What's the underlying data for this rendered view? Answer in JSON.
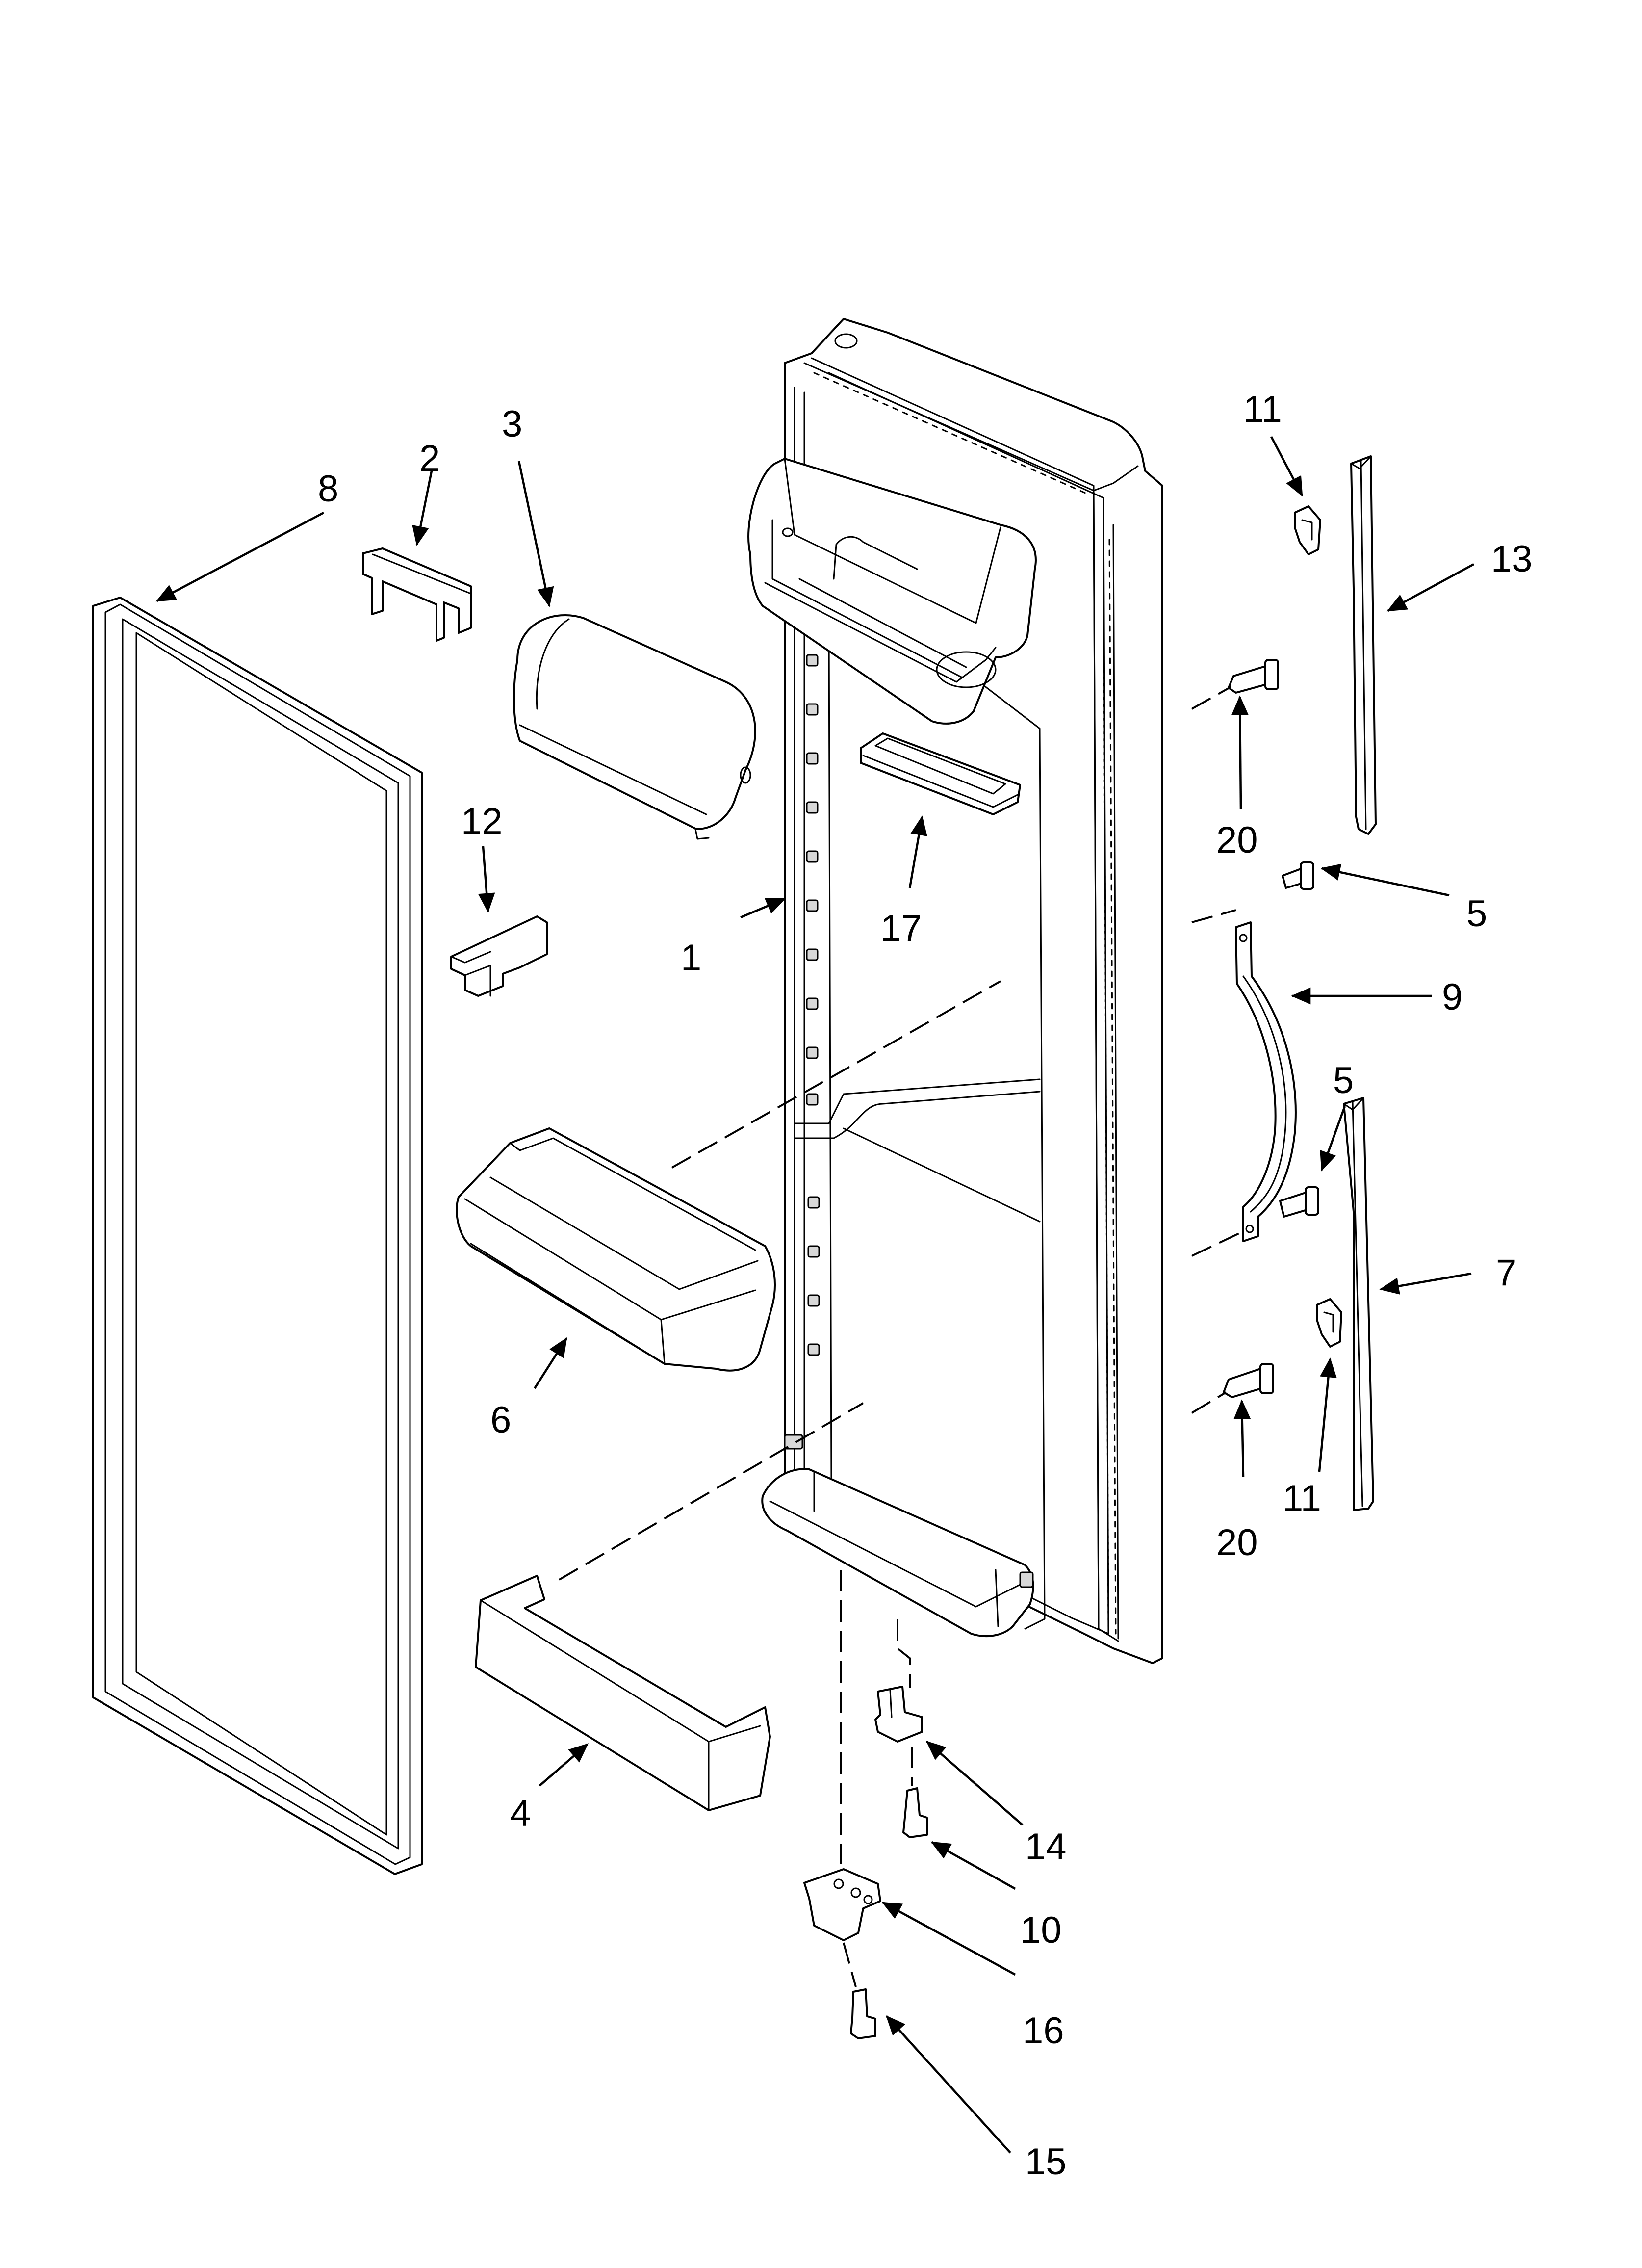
{
  "callouts": [
    {
      "id": "1",
      "label": "1"
    },
    {
      "id": "2",
      "label": "2"
    },
    {
      "id": "3",
      "label": "3"
    },
    {
      "id": "4",
      "label": "4"
    },
    {
      "id": "5a",
      "label": "5"
    },
    {
      "id": "5b",
      "label": "5"
    },
    {
      "id": "6",
      "label": "6"
    },
    {
      "id": "7",
      "label": "7"
    },
    {
      "id": "8",
      "label": "8"
    },
    {
      "id": "9",
      "label": "9"
    },
    {
      "id": "10",
      "label": "10"
    },
    {
      "id": "11a",
      "label": "11"
    },
    {
      "id": "11b",
      "label": "11"
    },
    {
      "id": "12",
      "label": "12"
    },
    {
      "id": "13",
      "label": "13"
    },
    {
      "id": "14",
      "label": "14"
    },
    {
      "id": "15",
      "label": "15"
    },
    {
      "id": "16",
      "label": "16"
    },
    {
      "id": "17",
      "label": "17"
    },
    {
      "id": "20a",
      "label": "20"
    },
    {
      "id": "20b",
      "label": "20"
    }
  ]
}
